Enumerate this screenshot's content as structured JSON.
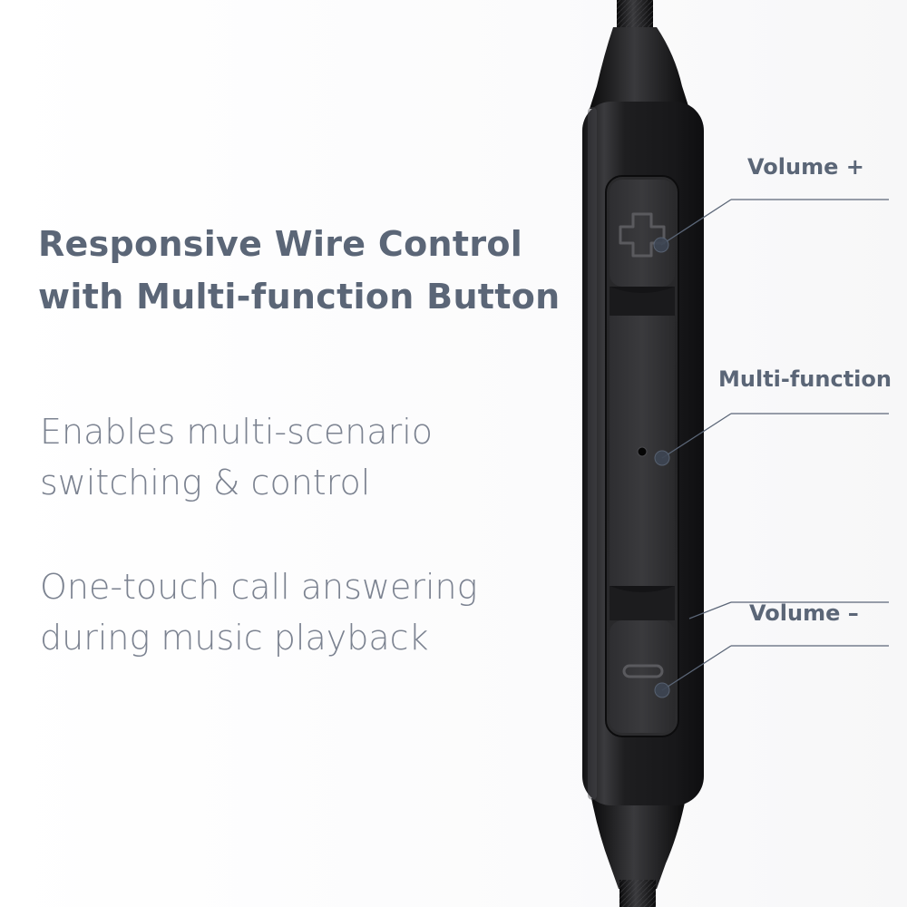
{
  "headline": {
    "line1": "Responsive Wire Control",
    "line2": "with Multi-function Button"
  },
  "features": [
    {
      "line1": "Enables multi-scenario",
      "line2": "switching & control"
    },
    {
      "line1": "One-touch call answering",
      "line2": "during music playback"
    }
  ],
  "callouts": {
    "volume_up": "Volume +",
    "multi_function": "Multi-function",
    "volume_down": "Volume –"
  },
  "colors": {
    "heading_text": "#5b6677",
    "body_text": "#7b8290",
    "device_body": "#1c1c1e",
    "leader_line": "#5b6677"
  },
  "icons": {
    "plus": "plus-icon",
    "minus": "minus-icon",
    "microphone": "microphone-hole-icon"
  }
}
